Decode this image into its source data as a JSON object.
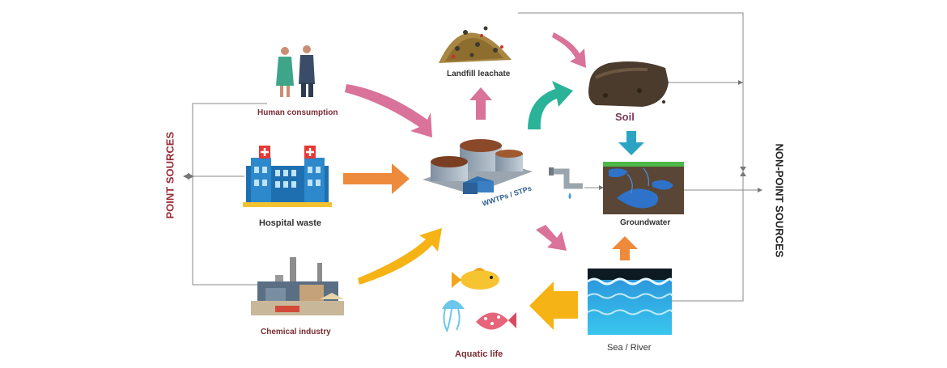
{
  "side_labels": {
    "left": "POINT SOURCES",
    "right": "NON-POINT SOURCES"
  },
  "nodes": {
    "human": "Human consumption",
    "hospital": "Hospital waste",
    "chemical": "Chemical industry",
    "wwtp": "WWTPs / STPs",
    "landfill": "Landfill leachate",
    "soil": "Soil",
    "groundwater": "Groundwater",
    "sea": "Sea / River",
    "aquatic": "Aquatic life"
  },
  "colors": {
    "pink": "#d9739a",
    "orange": "#ee8a3c",
    "teal": "#2bb39a",
    "blue": "#2ba4c4",
    "yellow": "#f5b315",
    "maroon": "#9b2e3b",
    "soil_label": "#7b3a5a"
  }
}
